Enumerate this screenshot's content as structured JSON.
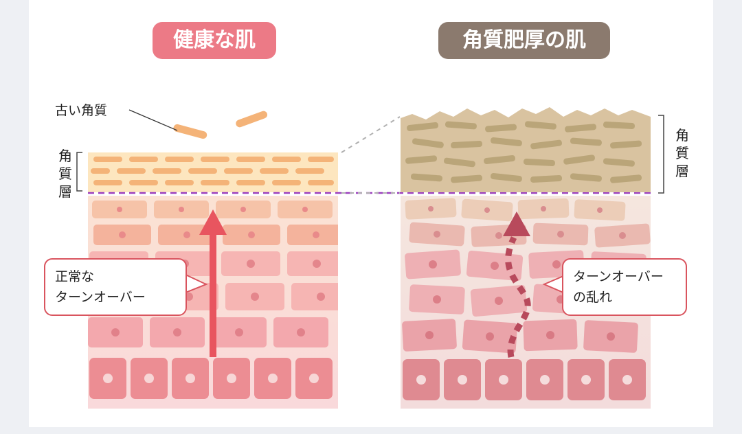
{
  "titles": {
    "left": "健康な肌",
    "right": "角質肥厚の肌"
  },
  "labels": {
    "old_keratin": "古い角質",
    "stratum_corneum_left": [
      "角",
      "質",
      "層"
    ],
    "stratum_corneum_right": [
      "角",
      "質",
      "層"
    ]
  },
  "callouts": {
    "left": [
      "正常な",
      "ターンオーバー"
    ],
    "right": [
      "ターンオーバー",
      "の乱れ"
    ]
  },
  "colors": {
    "healthy_title": "#ec7a86",
    "thick_title": "#8b7a6e",
    "arrow": "#e8555f",
    "boundary": "#9b3fbf",
    "disrupted_arrow": "#b84a5c"
  }
}
